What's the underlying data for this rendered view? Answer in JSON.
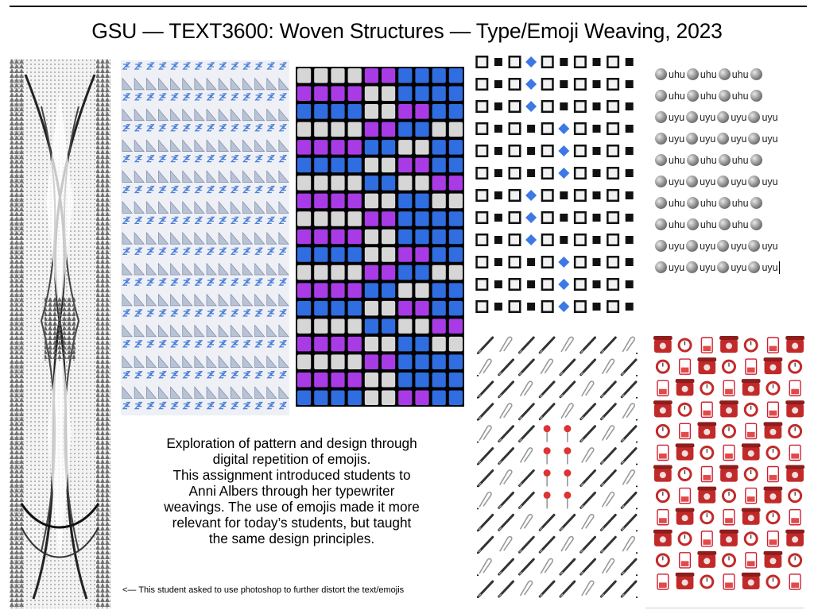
{
  "title": "GSU — TEXT3600: Woven Structures — Type/Emoji Weaving, 2023",
  "description_lines": [
    "Exploration of pattern and design through",
    "digital repetition of emojis.",
    "This assignment introduced students to",
    "Anni Albers through her typewriter",
    "weavings. The use of emojis made it more",
    "relevant for today’s students, but taught",
    "the same design principles."
  ],
  "footnote": "<— This student asked to use photoshop to further distort the text/emojis",
  "globe_rows": [
    "uhu",
    "uhu",
    "uyu",
    "uyu",
    "uhu",
    "uyu",
    "uhu",
    "uhu",
    "uyu",
    "uyu"
  ],
  "colors": {
    "purple": "#a83be6",
    "blue": "#2f6de0",
    "light": "#d6d6d6",
    "diamond": "#3d78e6",
    "phone_red": "#c22a2a",
    "paperclip": "#9a9a9a"
  },
  "icons": [
    "triangular-ruler-icon",
    "zzz-icon",
    "square-button-icon",
    "small-blue-diamond-icon",
    "globe-icon",
    "pen-icon",
    "paperclip-icon",
    "pushpin-icon",
    "telephone-icon",
    "alarm-clock-icon",
    "battery-icon"
  ]
}
